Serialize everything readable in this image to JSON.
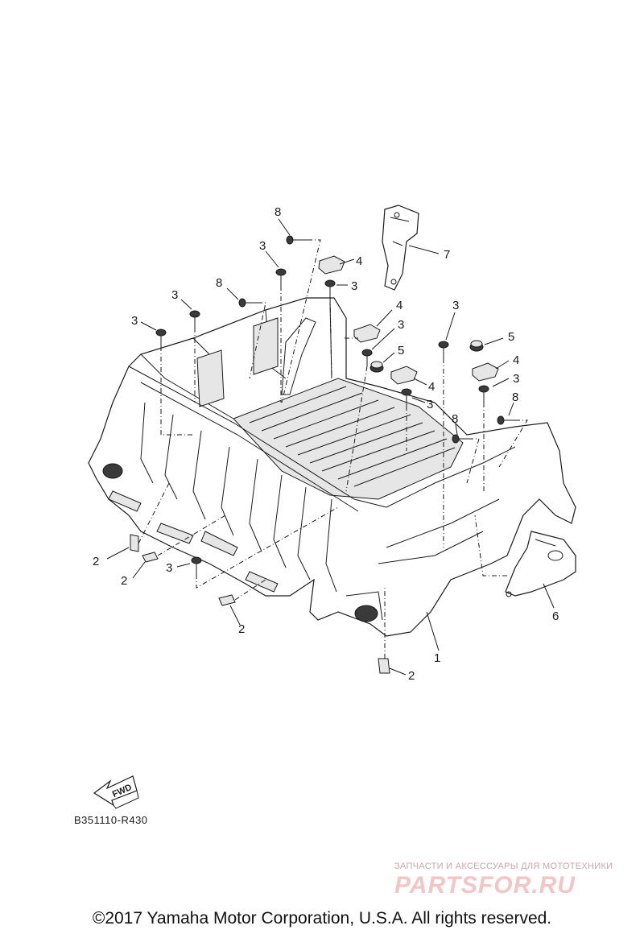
{
  "callouts": {
    "c8a": "8",
    "c3a": "3",
    "c4a": "4",
    "c3b": "3",
    "c7": "7",
    "c8b": "8",
    "c3c": "3",
    "c3d": "3",
    "c4b": "4",
    "c3e": "3",
    "c3f": "3",
    "c5a": "5",
    "c5b": "5",
    "c4c": "4",
    "c4d": "4",
    "c3g": "3",
    "c3h": "3",
    "c8c": "8",
    "c8d": "8",
    "c2a": "2",
    "c2b": "2",
    "c3i": "3",
    "c2c": "2",
    "c2d": "2",
    "c1": "1",
    "c6": "6"
  },
  "fwd_label": "FWD",
  "reference_code": "B351110-R430",
  "watermark": {
    "tagline": "ЗАПЧАСТИ И АКСЕССУАРЫ ДЛЯ МОТОТЕХНИКИ",
    "brand": "PARTSFOR.RU"
  },
  "copyright": "©2017 Yamaha Motor Corporation, U.S.A. All rights reserved."
}
